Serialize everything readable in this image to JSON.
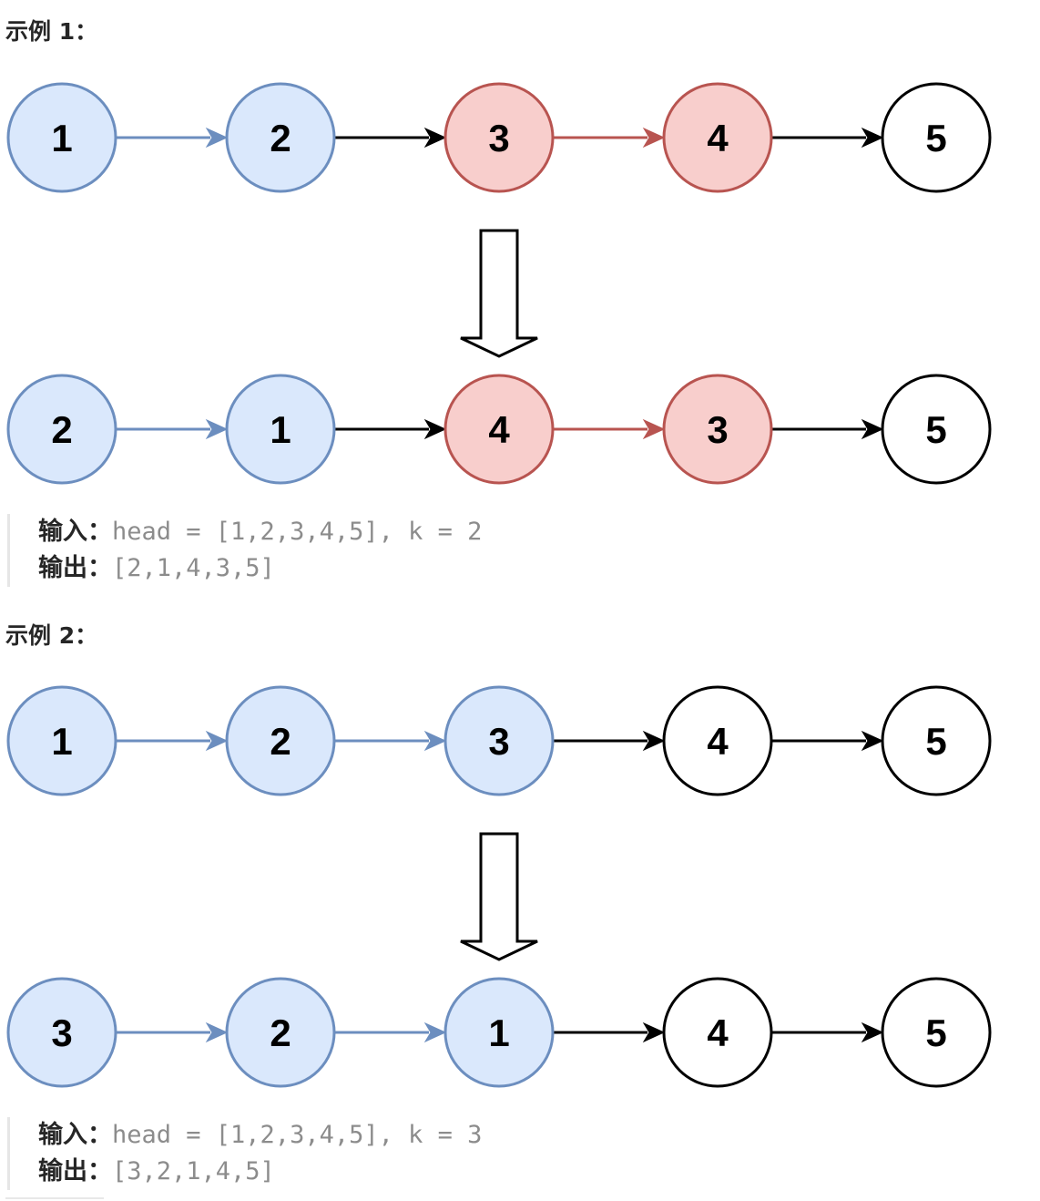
{
  "examples": [
    {
      "title": "示例 1：",
      "before": {
        "nodes": [
          {
            "label": "1",
            "style": "blue"
          },
          {
            "label": "2",
            "style": "blue"
          },
          {
            "label": "3",
            "style": "red"
          },
          {
            "label": "4",
            "style": "red"
          },
          {
            "label": "5",
            "style": "plain"
          }
        ],
        "links": [
          "blue",
          "black",
          "red",
          "black"
        ]
      },
      "after": {
        "nodes": [
          {
            "label": "2",
            "style": "blue"
          },
          {
            "label": "1",
            "style": "blue"
          },
          {
            "label": "4",
            "style": "red"
          },
          {
            "label": "3",
            "style": "red"
          },
          {
            "label": "5",
            "style": "plain"
          }
        ],
        "links": [
          "blue",
          "black",
          "red",
          "black"
        ]
      },
      "input_label": "输入：",
      "input_value": "head = [1,2,3,4,5], k = 2",
      "output_label": "输出：",
      "output_value": "[2,1,4,3,5]"
    },
    {
      "title": "示例 2：",
      "before": {
        "nodes": [
          {
            "label": "1",
            "style": "blue"
          },
          {
            "label": "2",
            "style": "blue"
          },
          {
            "label": "3",
            "style": "blue"
          },
          {
            "label": "4",
            "style": "plain"
          },
          {
            "label": "5",
            "style": "plain"
          }
        ],
        "links": [
          "blue",
          "blue",
          "black",
          "black"
        ]
      },
      "after": {
        "nodes": [
          {
            "label": "3",
            "style": "blue"
          },
          {
            "label": "2",
            "style": "blue"
          },
          {
            "label": "1",
            "style": "blue"
          },
          {
            "label": "4",
            "style": "plain"
          },
          {
            "label": "5",
            "style": "plain"
          }
        ],
        "links": [
          "blue",
          "blue",
          "black",
          "black"
        ]
      },
      "input_label": "输入：",
      "input_value": "head = [1,2,3,4,5], k = 3",
      "output_label": "输出：",
      "output_value": "[3,2,1,4,5]"
    }
  ],
  "colors": {
    "blue_fill": "#dae8fc",
    "blue_stroke": "#6c8ebf",
    "red_fill": "#f8cecc",
    "red_stroke": "#b85450",
    "plain_fill": "#ffffff",
    "plain_stroke": "#000000",
    "text": "#000000"
  }
}
